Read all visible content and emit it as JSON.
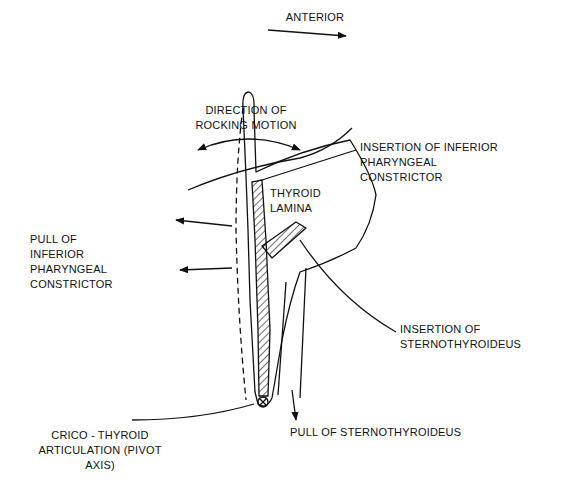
{
  "diagram": {
    "labels": [
      "ANTERIOR",
      "DIRECTION OF ROCKING MOTION",
      "INSERTION OF INFERIOR PHARYNGEAL CONSTRICTOR",
      "THYROID LAMINA",
      "PULL OF INFERIOR PHARYNGEAL CONSTRICTOR",
      "INSERTION OF STERNOTHYROIDEUS",
      "CRICO - THYROID ARTICULATION (PIVOT AXIS)",
      "PULL OF STERNOTHYROIDEUS"
    ]
  }
}
